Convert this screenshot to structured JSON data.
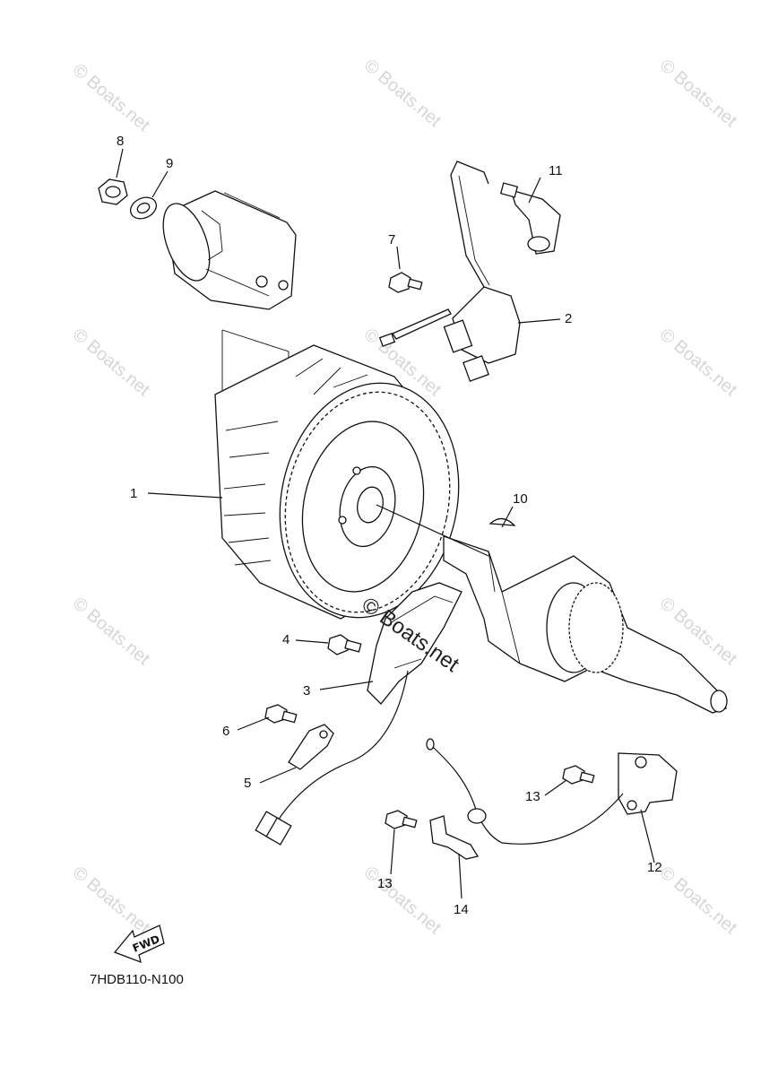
{
  "diagram": {
    "code": "7HDB110-N100",
    "callouts": [
      "1",
      "2",
      "3",
      "4",
      "5",
      "6",
      "7",
      "8",
      "9",
      "10",
      "11",
      "12",
      "13",
      "13",
      "14"
    ],
    "watermark": "© Boats.net",
    "fwd_label": "FWD",
    "colors": {
      "line": "#111111",
      "background": "#ffffff",
      "watermark": "#d6d6d6"
    }
  }
}
